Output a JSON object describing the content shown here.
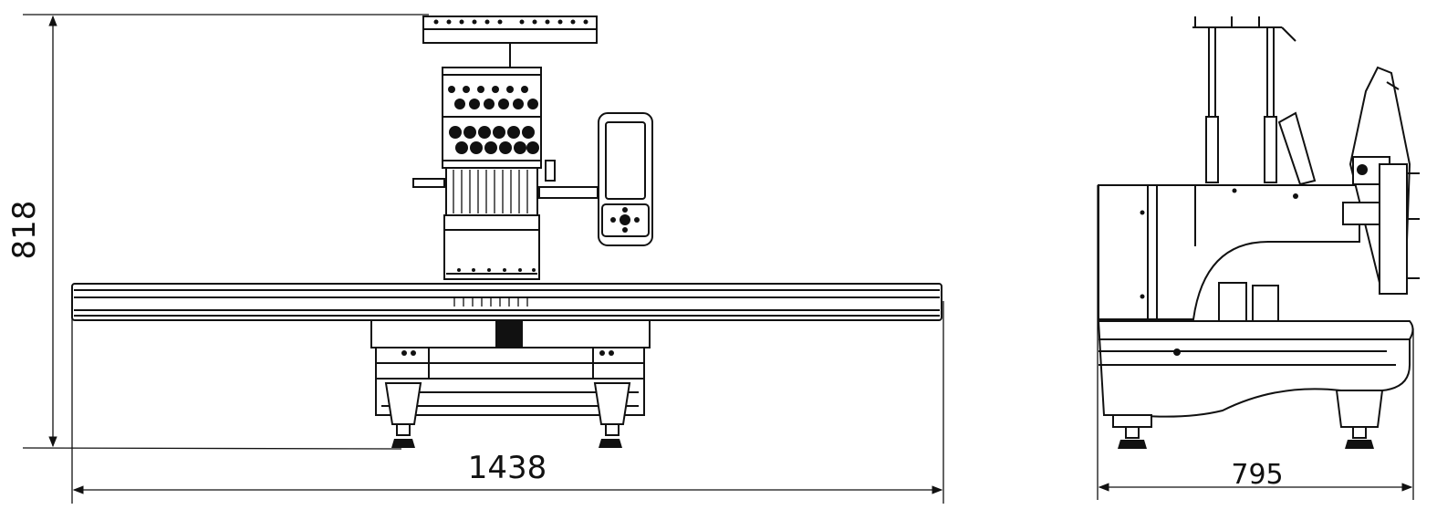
{
  "drawing": {
    "front_view": {
      "width_label": "1438",
      "height_label": "818"
    },
    "side_view": {
      "depth_label": "795"
    }
  },
  "colors": {
    "line": "#111111",
    "background": "#ffffff"
  }
}
